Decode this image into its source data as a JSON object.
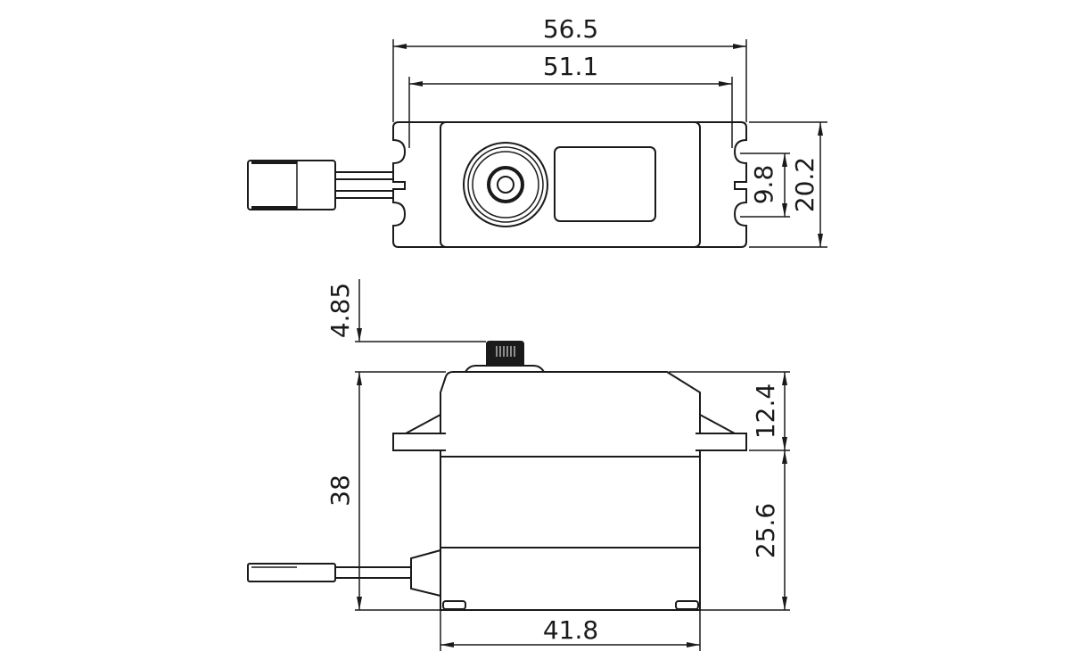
{
  "drawing": {
    "top_view": {
      "overall_length_label": "56.5",
      "hole_spacing_label": "51.1",
      "hole_pitch_label": "9.8",
      "flange_width_label": "20.2"
    },
    "side_view": {
      "spline_height_label": "4.85",
      "total_height_label": "38",
      "top_case_height_label": "12.4",
      "lower_case_height_label": "25.6",
      "case_length_label": "41.8"
    },
    "line_color": "#1a1a1a"
  }
}
